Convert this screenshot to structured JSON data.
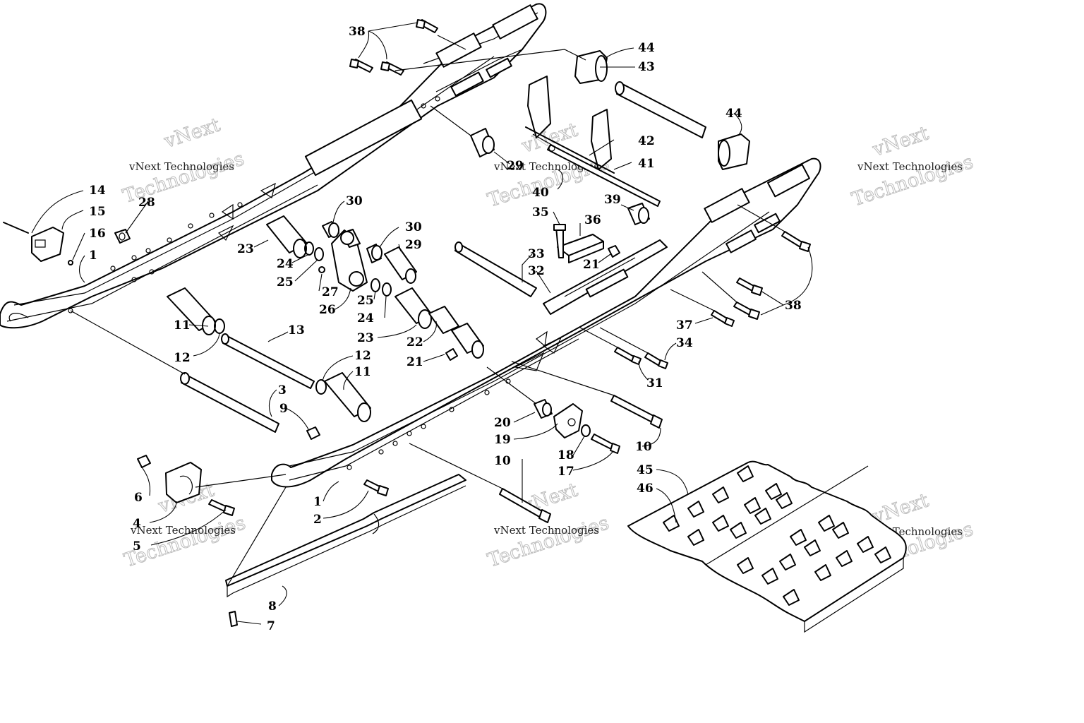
{
  "watermark": {
    "line1": "vNext Technologies",
    "line2": "Technologies",
    "prefix": "vNext"
  },
  "callouts": [
    {
      "id": "c38a",
      "text": "38"
    },
    {
      "id": "c44a",
      "text": "44"
    },
    {
      "id": "c43",
      "text": "43"
    },
    {
      "id": "c44b",
      "text": "44"
    },
    {
      "id": "c42",
      "text": "42"
    },
    {
      "id": "c41",
      "text": "41"
    },
    {
      "id": "c40",
      "text": "40"
    },
    {
      "id": "c29a",
      "text": "29"
    },
    {
      "id": "c14",
      "text": "14"
    },
    {
      "id": "c15",
      "text": "15"
    },
    {
      "id": "c16",
      "text": "16"
    },
    {
      "id": "c1a",
      "text": "1"
    },
    {
      "id": "c28",
      "text": "28"
    },
    {
      "id": "c30a",
      "text": "30"
    },
    {
      "id": "c30b",
      "text": "30"
    },
    {
      "id": "c29b",
      "text": "29"
    },
    {
      "id": "c23a",
      "text": "23"
    },
    {
      "id": "c24a",
      "text": "24"
    },
    {
      "id": "c25a",
      "text": "25"
    },
    {
      "id": "c27",
      "text": "27"
    },
    {
      "id": "c26",
      "text": "26"
    },
    {
      "id": "c25b",
      "text": "25"
    },
    {
      "id": "c24b",
      "text": "24"
    },
    {
      "id": "c23b",
      "text": "23"
    },
    {
      "id": "c22",
      "text": "22"
    },
    {
      "id": "c35",
      "text": "35"
    },
    {
      "id": "c36",
      "text": "36"
    },
    {
      "id": "c39",
      "text": "39"
    },
    {
      "id": "c33",
      "text": "33"
    },
    {
      "id": "c32",
      "text": "32"
    },
    {
      "id": "c21a",
      "text": "21"
    },
    {
      "id": "c38b",
      "text": "38"
    },
    {
      "id": "c37",
      "text": "37"
    },
    {
      "id": "c34",
      "text": "34"
    },
    {
      "id": "c31",
      "text": "31"
    },
    {
      "id": "c11a",
      "text": "11"
    },
    {
      "id": "c12a",
      "text": "12"
    },
    {
      "id": "c13",
      "text": "13"
    },
    {
      "id": "c12b",
      "text": "12"
    },
    {
      "id": "c11b",
      "text": "11"
    },
    {
      "id": "c21b",
      "text": "21"
    },
    {
      "id": "c3",
      "text": "3"
    },
    {
      "id": "c9",
      "text": "9"
    },
    {
      "id": "c20",
      "text": "20"
    },
    {
      "id": "c19",
      "text": "19"
    },
    {
      "id": "c18",
      "text": "18"
    },
    {
      "id": "c17",
      "text": "17"
    },
    {
      "id": "c10a",
      "text": "10"
    },
    {
      "id": "c10b",
      "text": "10"
    },
    {
      "id": "c6",
      "text": "6"
    },
    {
      "id": "c4",
      "text": "4"
    },
    {
      "id": "c5",
      "text": "5"
    },
    {
      "id": "c1b",
      "text": "1"
    },
    {
      "id": "c2",
      "text": "2"
    },
    {
      "id": "c8",
      "text": "8"
    },
    {
      "id": "c7",
      "text": "7"
    },
    {
      "id": "c45",
      "text": "45"
    },
    {
      "id": "c46",
      "text": "46"
    }
  ]
}
